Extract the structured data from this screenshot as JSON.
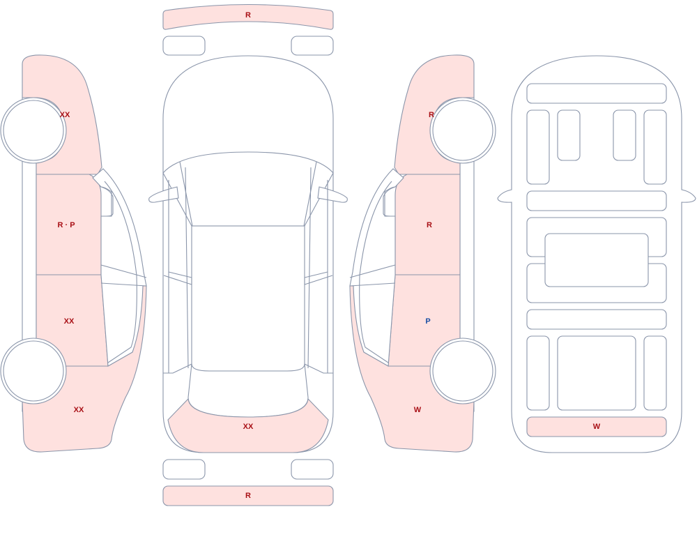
{
  "colors": {
    "damaged_fill": "#fee1df",
    "outline": "#8a95aa",
    "label_red": "#a80f15",
    "label_blue": "#1a4fa3"
  },
  "labels": {
    "front_bumper": "R",
    "rear_bumper": "R",
    "left_front_fender": "XX",
    "left_front_door": "R · P",
    "left_rear_door": "XX",
    "left_rear_quarter": "XX",
    "hood": "XX",
    "right_front_fender": "R",
    "right_front_door": "R",
    "right_rear_door": "P",
    "right_rear_quarter": "W",
    "underbody_rear": "W"
  }
}
